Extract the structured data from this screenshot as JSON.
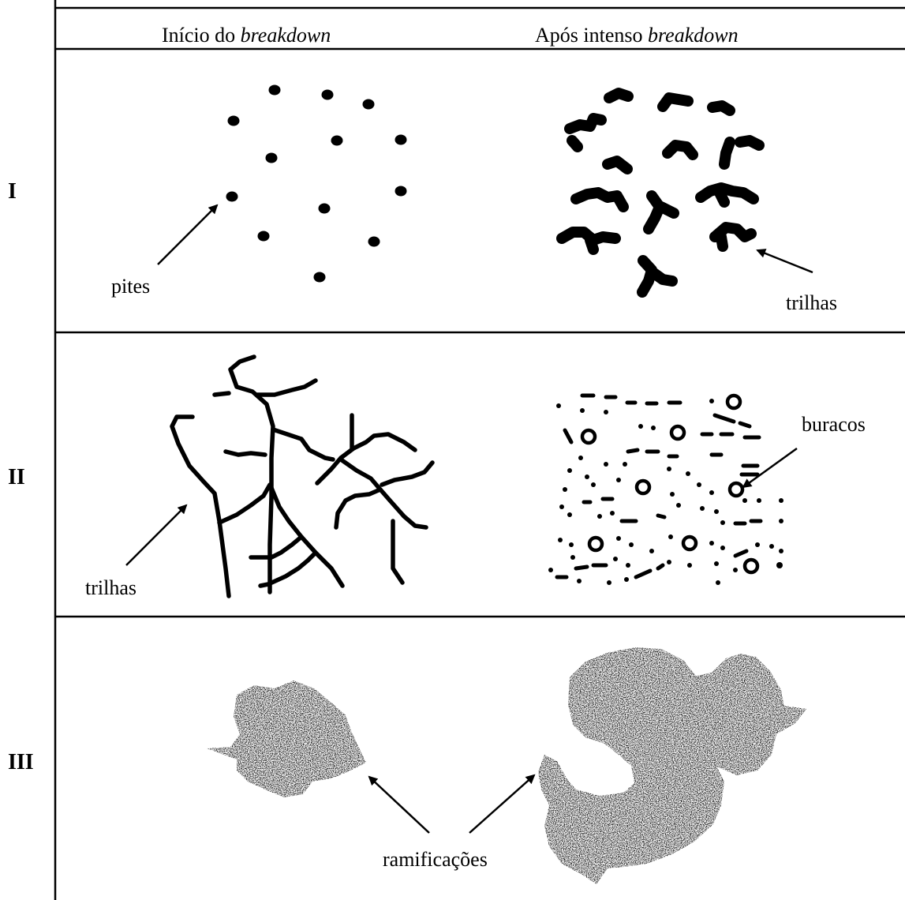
{
  "header": {
    "col1_prefix": "Início do ",
    "col1_emph": "breakdown",
    "col2_prefix": "Após intenso ",
    "col2_emph": "breakdown"
  },
  "rows": [
    {
      "label": "I",
      "annotation_left": "pites",
      "annotation_right": "trilhas"
    },
    {
      "label": "II",
      "annotation_left": "trilhas",
      "annotation_right": "buracos"
    },
    {
      "label": "III",
      "annotation_center": "ramificações"
    }
  ],
  "colors": {
    "ink": "#000000",
    "background": "#ffffff"
  }
}
